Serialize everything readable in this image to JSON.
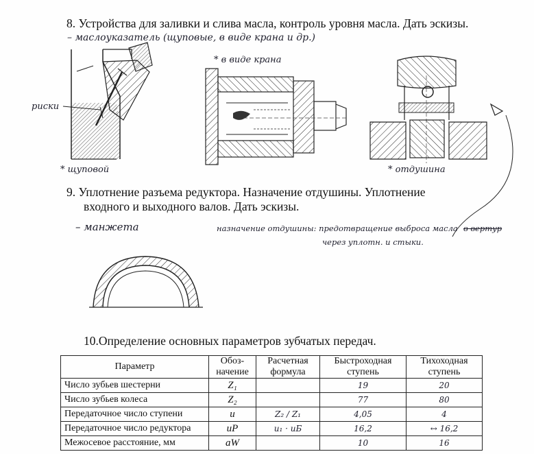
{
  "q8": {
    "title": "8.  Устройства для заливки и слива масла, контроль уровня масла. Дать эскизы.",
    "note_dipstick": "– маслоуказатель (щуповые, в виде крана и др.)",
    "label_marks": "риски",
    "caption_dipstick": "* щуповой",
    "caption_tap": "* в виде крана",
    "caption_vent": "* отдушина"
  },
  "q9": {
    "title_line1": "9.  Уплотнение разъема редуктора. Назначение отдушины. Уплотнение",
    "title_line2": "входного и выходного валов. Дать эскизы.",
    "note_cuff": "– манжета",
    "note_vent_line1": "назначение отдушины: предотвращение выброса масла",
    "note_vent_strike": "в вертур",
    "note_vent_line2": "через уплотн. и стыки."
  },
  "q10": {
    "title": "10.Определение основных параметров зубчатых передач.",
    "headers": {
      "param": "Параметр",
      "symbol_l1": "Обоз-",
      "symbol_l2": "начение",
      "formula_l1": "Расчетная",
      "formula_l2": "формула",
      "fast_l1": "Быстроходная",
      "fast_l2": "ступень",
      "slow_l1": "Тихоходная",
      "slow_l2": "ступень"
    },
    "rows": [
      {
        "param": "Число зубьев шестерни",
        "symbol": "Z₁",
        "formula": "",
        "fast": "19",
        "slow": "20"
      },
      {
        "param": "Число зубьев колеса",
        "symbol": "Z₂",
        "formula": "",
        "fast": "77",
        "slow": "80"
      },
      {
        "param": "Передаточное число ступени",
        "symbol": "u",
        "formula": "Z₂ / Z₁",
        "fast": "4,05",
        "slow": "4"
      },
      {
        "param": "Передаточное число редуктора",
        "symbol": "uP",
        "formula": "u₁ · uБ",
        "fast": "16,2",
        "slow": "16,2"
      },
      {
        "param": "Межосевое расстояние, мм",
        "symbol": "aW",
        "formula": "",
        "fast": "10",
        "slow": "16"
      }
    ]
  }
}
